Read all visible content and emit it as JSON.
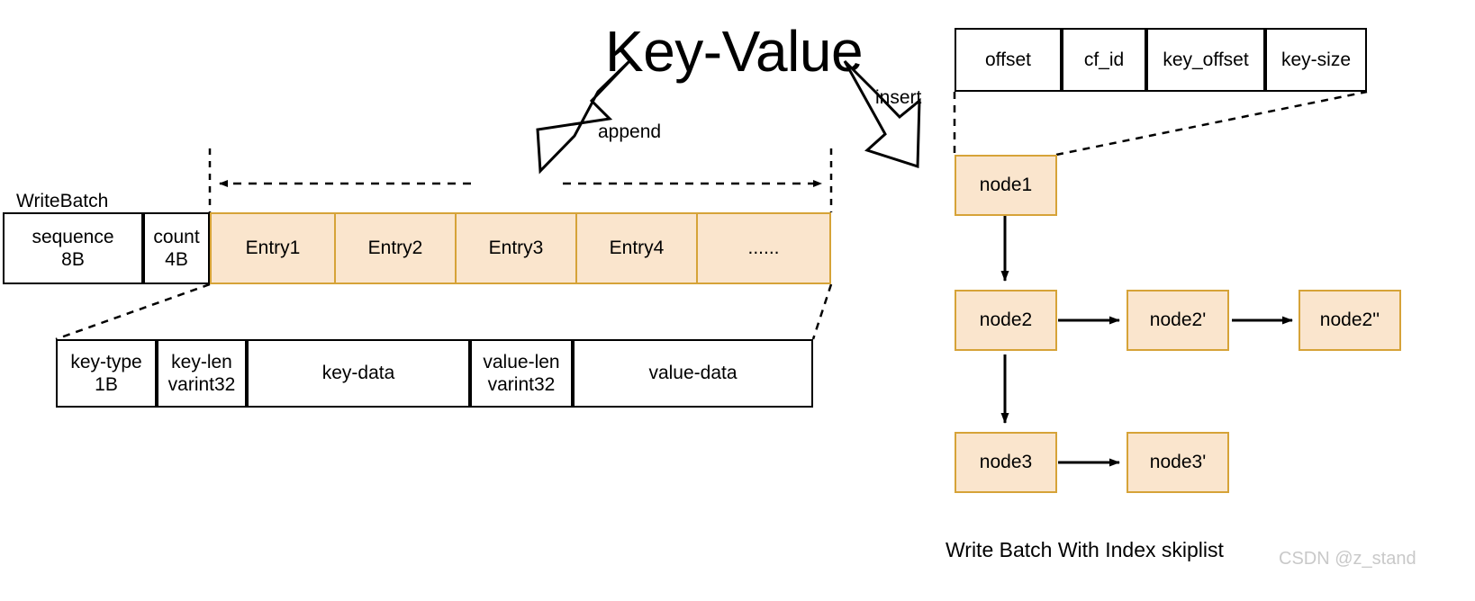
{
  "title": "Key-Value",
  "annotations": {
    "append": "append",
    "insert": "insert"
  },
  "write_batch": {
    "label": "WriteBatch",
    "header_cells": [
      {
        "name": "sequence",
        "size": "8B"
      },
      {
        "name": "count",
        "size": "4B"
      }
    ],
    "entries": [
      "Entry1",
      "Entry2",
      "Entry3",
      "Entry4",
      "......"
    ]
  },
  "entry_detail": {
    "fields": [
      {
        "line1": "key-type",
        "line2": "1B"
      },
      {
        "line1": "key-len",
        "line2": "varint32"
      },
      {
        "line1": "key-data",
        "line2": ""
      },
      {
        "line1": "value-len",
        "line2": "varint32"
      },
      {
        "line1": "value-data",
        "line2": ""
      }
    ]
  },
  "index_record": {
    "columns": [
      "offset",
      "cf_id",
      "key_offset",
      "key-size"
    ]
  },
  "skiplist": {
    "caption": "Write Batch With Index skiplist",
    "nodes": [
      {
        "id": "node1",
        "label": "node1"
      },
      {
        "id": "node2",
        "label": "node2"
      },
      {
        "id": "node2p",
        "label": "node2'"
      },
      {
        "id": "node2pp",
        "label": "node2''"
      },
      {
        "id": "node3",
        "label": "node3"
      },
      {
        "id": "node3p",
        "label": "node3'"
      }
    ]
  },
  "watermark": "CSDN @z_stand",
  "colors": {
    "peach_fill": "#fae5cd",
    "peach_border": "#d6a338",
    "stroke": "#000000",
    "watermark": "#c9c9c9"
  }
}
